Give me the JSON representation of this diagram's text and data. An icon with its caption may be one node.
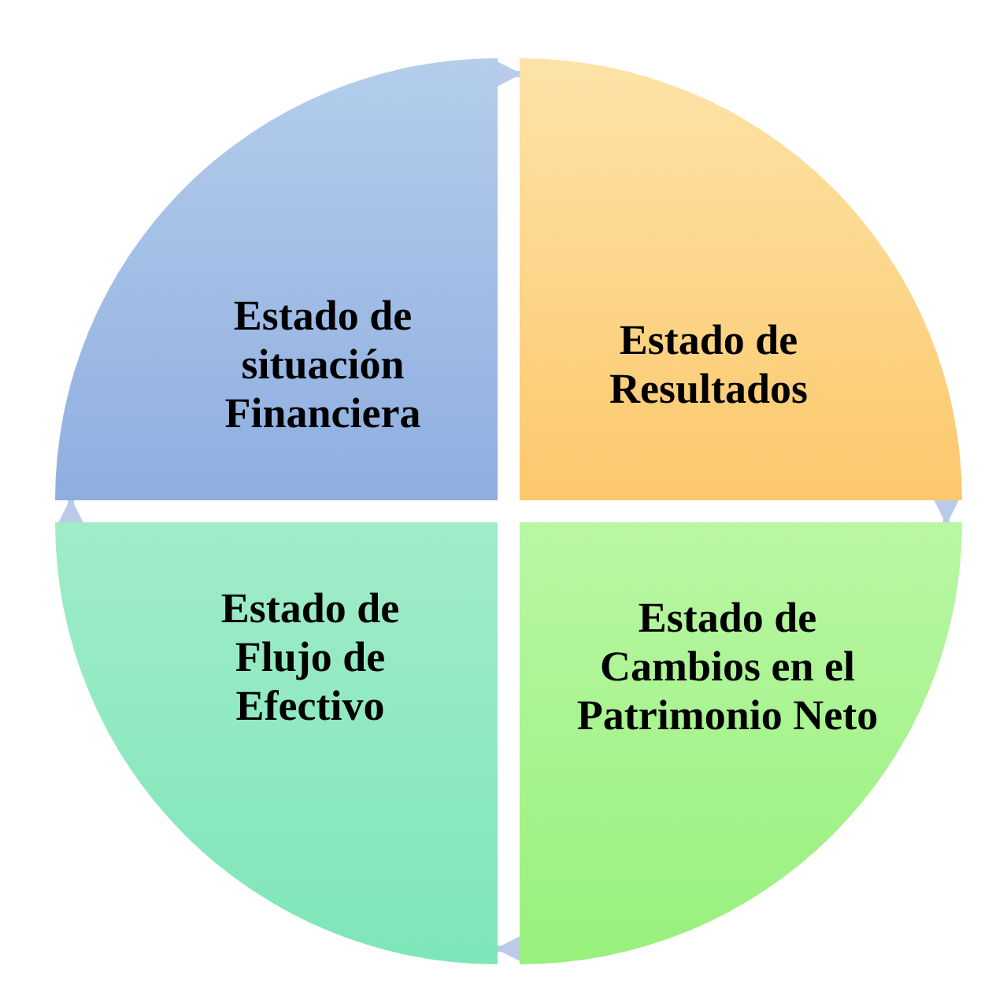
{
  "diagram": {
    "nodes": [
      {
        "text": [
          "Estado de situación Financiera"
        ]
      },
      {
        "text": [
          "Estado de Resultados"
        ]
      },
      {
        "text": [
          "Estado de Flujo de Efectivo"
        ]
      },
      {
        "text": [
          "Estado de Cambios en el Patrimonio Neto"
        ]
      }
    ],
    "edges": [
      {
        "from": 0,
        "to": 1,
        "arrow": "to"
      },
      {
        "from": 1,
        "to": 3,
        "arrow": "to"
      },
      {
        "from": 3,
        "to": 2,
        "arrow": "to"
      },
      {
        "from": 2,
        "to": 0,
        "arrow": "to"
      }
    ]
  }
}
